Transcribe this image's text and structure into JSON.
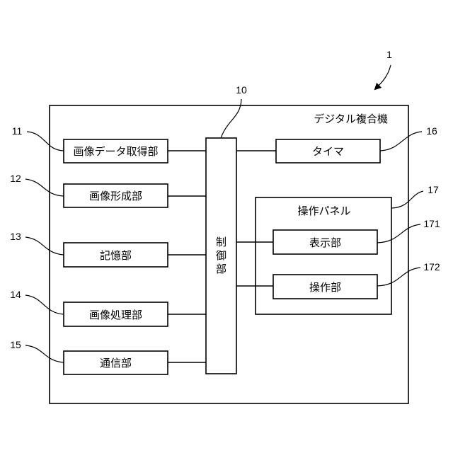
{
  "device": {
    "ref": "1",
    "title": "デジタル複合機"
  },
  "controller": {
    "ref": "10",
    "label": [
      "制",
      "御",
      "部"
    ]
  },
  "left_units": [
    {
      "ref": "11",
      "label": "画像データ取得部"
    },
    {
      "ref": "12",
      "label": "画像形成部"
    },
    {
      "ref": "13",
      "label": "記憶部"
    },
    {
      "ref": "14",
      "label": "画像処理部"
    },
    {
      "ref": "15",
      "label": "通信部"
    }
  ],
  "timer": {
    "ref": "16",
    "label": "タイマ"
  },
  "panel": {
    "ref": "17",
    "title": "操作パネル",
    "display": {
      "ref": "171",
      "label": "表示部"
    },
    "operation": {
      "ref": "172",
      "label": "操作部"
    }
  }
}
